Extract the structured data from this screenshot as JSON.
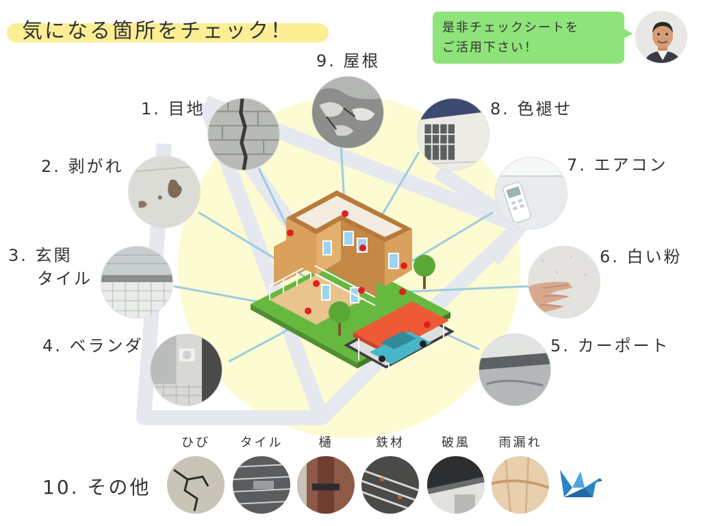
{
  "title": "気になる箇所をチェック！",
  "speech": {
    "line1": "是非チェックシートを",
    "line2": "ご活用下さい！"
  },
  "labels": {
    "joint": "1. 目地",
    "peeling": "2. 剥がれ",
    "entrance_line1": "3. 玄関",
    "entrance_line2": "タイル",
    "veranda": "4. ベランダ",
    "carport": "5. カーポート",
    "chalking": "6. 白い粉",
    "aircon": "7. エアコン",
    "fading": "8. 色褪せ",
    "roof": "9. 屋根",
    "other": "10. その他"
  },
  "other_items": [
    "ひび",
    "タイル",
    "樋",
    "鉄材",
    "破風",
    "雨漏れ"
  ],
  "icons": {
    "avatar": "man-portrait-icon",
    "mascot": "paper-crane-icon"
  },
  "colors": {
    "title_highlight": "#fbee95",
    "speech_bubble": "#8ee37a",
    "sun_glow": "#fdfbd2",
    "pointer_line": "#9ccbe0",
    "marker": "#e02020",
    "house_wall": "#d9a15c",
    "lawn": "#67b83f",
    "carport_roof": "#ee5a36",
    "car": "#48b6c8",
    "crane": "#2a83c4"
  }
}
